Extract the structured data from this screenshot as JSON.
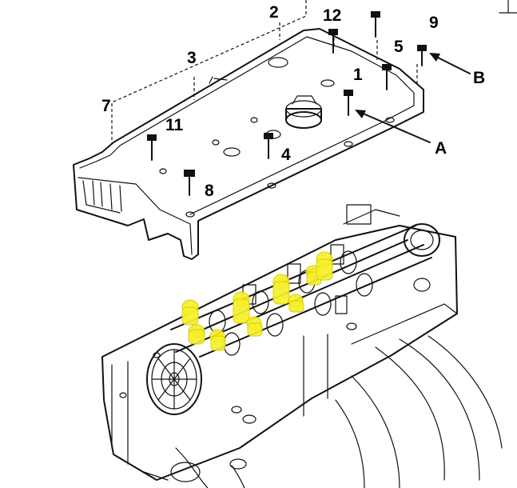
{
  "callouts": {
    "n1": "1",
    "n2": "2",
    "n3": "3",
    "n4": "4",
    "n5": "5",
    "n7": "7",
    "n8": "8",
    "n9": "9",
    "n11": "11",
    "n12": "12",
    "letter_a": "A",
    "letter_b": "B"
  },
  "colors": {
    "ink": "#111111",
    "highlight": "#f6f02a",
    "background": "#ffffff"
  },
  "parts": [
    "cylinder-head-cover",
    "cover-bolts",
    "camshafts",
    "cylinder-head",
    "camshaft-sprocket"
  ]
}
